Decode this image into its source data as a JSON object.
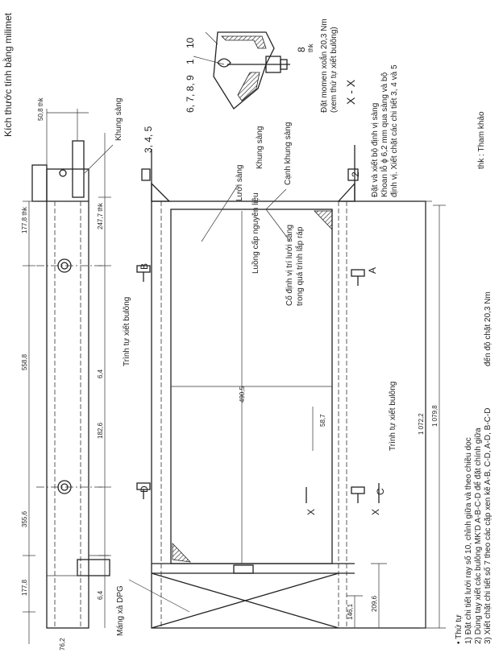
{
  "page": {
    "title": "Kích thước tính bằng milimet",
    "labels": {
      "khung_sang_top": "Khung sàng",
      "luoi_sang": "Lưới sàng",
      "khung_sang_mid": "Khung sàng",
      "canh_khung_sang": "Cạnh khung sàng",
      "luong_cap": "Luồng cấp nguyên liệu",
      "co_dinh_1": "Cố định vị trí lưới sàng",
      "co_dinh_2": "trong quá trình lắp ráp",
      "trinh_tu_1": "Trình tự xiết bulông",
      "trinh_tu_2": "Trình tự xiết bulông",
      "mang_xa": "Máng xả DPG",
      "n345": "3, 4, 5",
      "n2": "2",
      "nA": "A",
      "nB": "B",
      "nC": "C",
      "nD": "D",
      "xx1": "X",
      "xx2": "X",
      "tham_khao": "thk : Tham khảo"
    },
    "detail": {
      "n10": "10",
      "n1": "1",
      "n6789": "6, 7, 8, 9",
      "n8": "8",
      "thk": "thk",
      "section": "X - X",
      "torque1": "Đặt momen xoắn 20,3 Nm",
      "torque2": "(xem thứ tự xiết bulông)",
      "note1": "Đặt và xiết bộ định vị sàng",
      "note2": "Khoan lỗ ϕ 6,2 mm qua sàng và bộ",
      "note3": "định vị. Xiết chặt các chi tiết 3, 4 và 5"
    },
    "dims": {
      "d508": "50,8 thk",
      "d1778a": "177,8 thk",
      "d2477": "247,7 thk",
      "d558": "558,8",
      "d1826": "182,6",
      "d3556": "355,6",
      "d1778b": "177,8",
      "d762": "76,2",
      "d6_4a": "6,4",
      "d6_4b": "6,4",
      "d4905": "490,5",
      "d587": "58,7",
      "d1072": "1 072,2",
      "d1079": "1 079,8",
      "d2096": "209,6",
      "d1461": "146,1"
    },
    "notes": {
      "title": "• Thứ tự",
      "n1": "1) Đặt chi tiết lưới ray số 10, chỉnh giữa và theo chiều dọc",
      "n2": "2) Dùng tay xiết các bulông MK'D A-B-C-D để đặt chính giữa",
      "n3": "3) Xiết chặt chi tiết số 7 theo các cặp xen kẽ A-B, C-D, A-D, B-C-D",
      "n3b": "đến độ chặt 20,3 Nm"
    }
  }
}
